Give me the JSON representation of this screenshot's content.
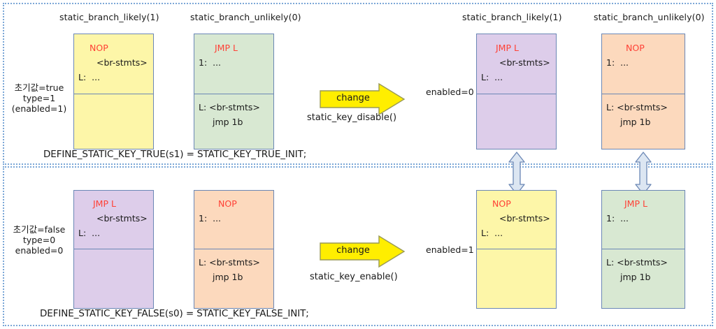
{
  "diagram": {
    "title_row_top": [
      "static_branch_likely(1)",
      "static_branch_unlikely(0)",
      "static_branch_likely(1)",
      "static_branch_unlikely(0)"
    ],
    "accent_colors": {
      "yellow": "#fdf6a8",
      "green": "#d8e8d2",
      "purple": "#ddcdea",
      "orange": "#fcd9bd",
      "box_border": "#6b87b5",
      "panel_border": "#7ba7d7",
      "opcode_red": "#ff4136",
      "arrow_yellow": "#ffee00"
    }
  },
  "top_section": {
    "state_label": "초기값=true\ntype=1\n(enabled=1)",
    "caption": "DEFINE_STATIC_KEY_TRUE(s1) = STATIC_KEY_TRUE_INIT;",
    "right_state_label": "enabled=0",
    "change_arrow_label": "change",
    "change_arrow_caption": "static_key_disable()",
    "headers": {
      "col1": "static_branch_likely(1)",
      "col2": "static_branch_unlikely(0)",
      "col3": "static_branch_likely(1)",
      "col4": "static_branch_unlikely(0)"
    },
    "box1": {
      "color": "yellow",
      "top_lines": [
        "NOP",
        "<br-stmts>",
        "L:  ..."
      ],
      "bottom_lines": []
    },
    "box2": {
      "color": "green",
      "top_lines": [
        "JMP L",
        "1:  ..."
      ],
      "bottom_lines": [
        "L: <br-stmts>",
        "jmp 1b"
      ]
    },
    "box3": {
      "color": "purple",
      "top_lines": [
        "JMP L",
        "<br-stmts>",
        "L:  ..."
      ],
      "bottom_lines": []
    },
    "box4": {
      "color": "orange",
      "top_lines": [
        "NOP",
        "1:  ..."
      ],
      "bottom_lines": [
        "L: <br-stmts>",
        "jmp 1b"
      ]
    }
  },
  "bottom_section": {
    "state_label": "초기값=false\ntype=0\nenabled=0",
    "caption": "DEFINE_STATIC_KEY_FALSE(s0) = STATIC_KEY_FALSE_INIT;",
    "right_state_label": "enabled=1",
    "change_arrow_label": "change",
    "change_arrow_caption": "static_key_enable()",
    "box1": {
      "color": "purple",
      "top_lines": [
        "JMP L",
        "<br-stmts>",
        "L:  ..."
      ],
      "bottom_lines": []
    },
    "box2": {
      "color": "orange",
      "top_lines": [
        "NOP",
        "1:  ..."
      ],
      "bottom_lines": [
        "L: <br-stmts>",
        "jmp 1b"
      ]
    },
    "box3": {
      "color": "yellow",
      "top_lines": [
        "NOP",
        "<br-stmts>",
        "L:  ..."
      ],
      "bottom_lines": []
    },
    "box4": {
      "color": "green",
      "top_lines": [
        "JMP L",
        "1:  ..."
      ],
      "bottom_lines": [
        "L: <br-stmts>",
        "jmp 1b"
      ]
    }
  }
}
